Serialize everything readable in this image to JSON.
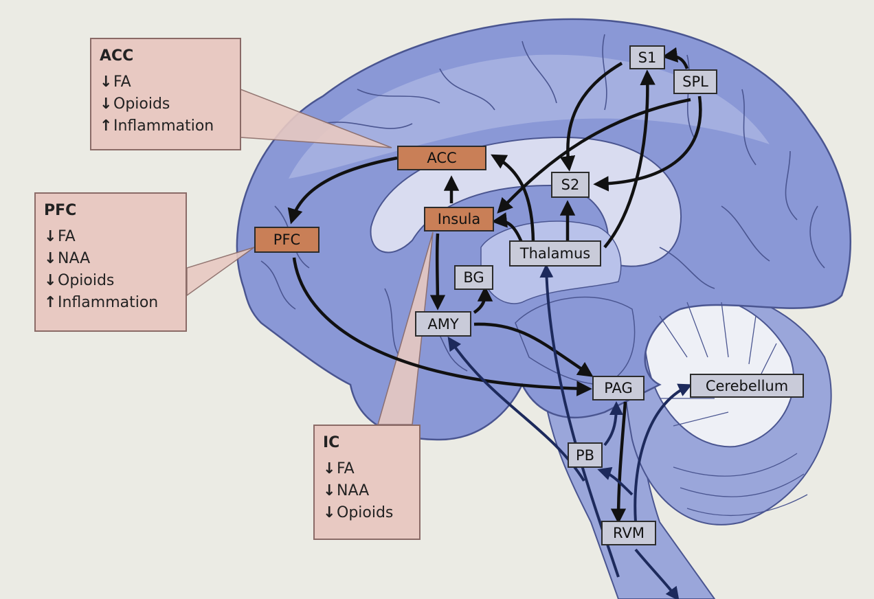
{
  "colors": {
    "background": "#ebebe4",
    "brain_fill": "#8a98d6",
    "brain_light": "#b9c2ea",
    "ventricle_fill": "#d9dcf0",
    "cerebellum_fill": "#eef0f6",
    "stem_fill": "#9aa6da",
    "outline": "#4a5590",
    "region_orange": "#c97f57",
    "region_gray": "#c9cbd9",
    "callout_fill": "#e8c9c2",
    "arrow": "#111111"
  },
  "callouts": {
    "acc": {
      "title": "ACC",
      "lines": [
        {
          "arrow": "↓",
          "text": "FA"
        },
        {
          "arrow": "↓",
          "text": "Opioids"
        },
        {
          "arrow": "↑",
          "text": "Inflammation"
        }
      ]
    },
    "pfc": {
      "title": "PFC",
      "lines": [
        {
          "arrow": "↓",
          "text": "FA"
        },
        {
          "arrow": "↓",
          "text": "NAA"
        },
        {
          "arrow": "↓",
          "text": "Opioids"
        },
        {
          "arrow": "↑",
          "text": "Inflammation"
        }
      ]
    },
    "ic": {
      "title": "IC",
      "lines": [
        {
          "arrow": "↓",
          "text": "FA"
        },
        {
          "arrow": "↓",
          "text": "NAA"
        },
        {
          "arrow": "↓",
          "text": "Opioids"
        }
      ]
    }
  },
  "regions": {
    "acc": "ACC",
    "insula": "Insula",
    "pfc": "PFC",
    "s1": "S1",
    "spl": "SPL",
    "s2": "S2",
    "thalamus": "Thalamus",
    "bg": "BG",
    "amy": "AMY",
    "pag": "PAG",
    "cerebellum": "Cerebellum",
    "pb": "PB",
    "rvm": "RVM"
  }
}
